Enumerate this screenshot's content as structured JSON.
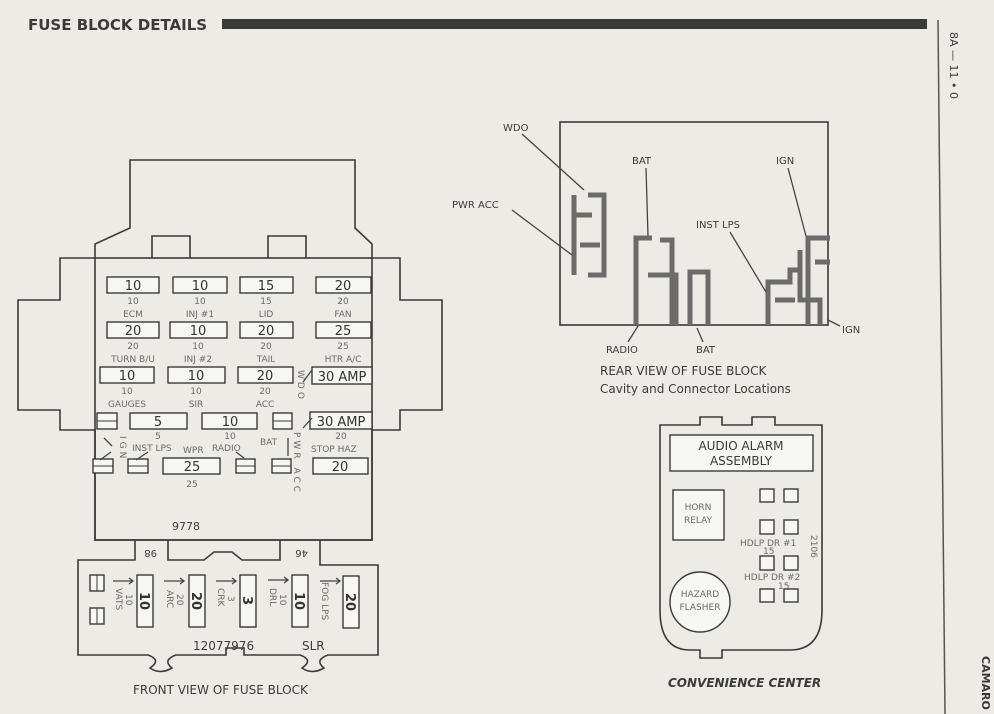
{
  "page": {
    "title": "FUSE BLOCK DETAILS",
    "page_ref": "8A — 11 • 0",
    "model": "CAMARO"
  },
  "front_view": {
    "caption": "FRONT VIEW OF FUSE BLOCK",
    "part_number": "9778",
    "rows": [
      [
        {
          "value": "10",
          "rating": "10",
          "name": "ECM"
        },
        {
          "value": "10",
          "rating": "10",
          "name": "INJ #1"
        },
        {
          "value": "15",
          "rating": "15",
          "name": "LID"
        },
        {
          "value": "20",
          "rating": "20",
          "name": "FAN"
        }
      ],
      [
        {
          "value": "20",
          "rating": "20",
          "name": "TURN B/U"
        },
        {
          "value": "10",
          "rating": "10",
          "name": "INJ #2"
        },
        {
          "value": "20",
          "rating": "20",
          "name": "TAIL"
        },
        {
          "value": "25",
          "rating": "25",
          "name": "HTR A/C"
        }
      ],
      [
        {
          "value": "10",
          "rating": "10",
          "name": "GAUGES"
        },
        {
          "value": "10",
          "rating": "10",
          "name": "SIR"
        },
        {
          "value": "20",
          "rating": "20",
          "name": "ACC"
        },
        {
          "value": "30 AMP",
          "rating": "",
          "name": ""
        }
      ]
    ],
    "row4": {
      "fuse_a": "5",
      "fuse_a_rating": "5",
      "fuse_b": "10",
      "fuse_b_rating": "10",
      "breaker": "30 AMP",
      "breaker_rating": "20"
    },
    "row5": {
      "wpr": "25",
      "wpr_rating": "25",
      "stop_haz": "20"
    },
    "labels": {
      "ign": "IGN",
      "inst_lps": "INST LPS",
      "wpr": "WPR",
      "radio": "RADIO",
      "bat": "BAT",
      "stop_haz": "STOP HAZ",
      "wdo": "WDO",
      "pwr_acc": "PWR ACC"
    },
    "lower": {
      "left_code": "98",
      "right_code": "46",
      "fuses": [
        {
          "name": "VATS",
          "rating": "10",
          "value": "10"
        },
        {
          "name": "ARC",
          "rating": "20",
          "value": "20"
        },
        {
          "name": "CRK",
          "rating": "3",
          "value": "3"
        },
        {
          "name": "DRL",
          "rating": "10",
          "value": "10"
        },
        {
          "name": "FOG LPS",
          "rating": "",
          "value": "20"
        }
      ],
      "part_number": "12077976",
      "suffix": "SLR"
    }
  },
  "rear_view": {
    "caption": "REAR VIEW OF FUSE BLOCK",
    "subcaption": "Cavity and Connector Locations",
    "labels": {
      "wdo": "WDO",
      "pwr_acc": "PWR ACC",
      "bat_top": "BAT",
      "ign_top": "IGN",
      "inst_lps": "INST LPS",
      "radio": "RADIO",
      "bat_bottom": "BAT",
      "ign_right": "IGN"
    }
  },
  "convenience_center": {
    "caption": "CONVENIENCE CENTER",
    "audio_alarm_line1": "AUDIO ALARM",
    "audio_alarm_line2": "ASSEMBLY",
    "horn_line1": "HORN",
    "horn_line2": "RELAY",
    "hazard_line1": "HAZARD",
    "hazard_line2": "FLASHER",
    "hdlp1": "HDLP DR #1",
    "hdlp1_rating": "15",
    "hdlp2": "HDLP DR #2",
    "hdlp2_rating": "15",
    "code": "2106"
  }
}
